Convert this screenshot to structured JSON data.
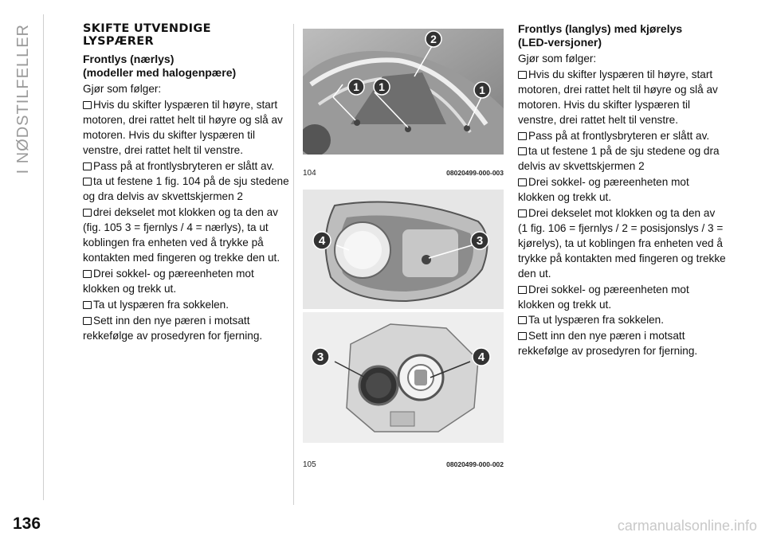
{
  "sidebar": {
    "chapter_title": "I NØDSTILFELLER"
  },
  "page_number": "136",
  "watermark": "carmanualsonline.info",
  "left_column": {
    "section_title_line1": "SKIFTE UTVENDIGE",
    "section_title_line2": "LYSPÆRER",
    "subtitle_line1": "Frontlys (nærlys)",
    "subtitle_line2": "(modeller med halogenpære)",
    "intro": "Gjør som følger:",
    "steps": [
      "Hvis du skifter lyspæren til høyre, start motoren, drei rattet helt til høyre og slå av motoren. Hvis du skifter lyspæren til venstre, drei rattet helt til venstre.",
      "Pass på at frontlysbryteren er slått av.",
      "ta ut festene 1 fig. 104 på de sju stedene og dra delvis av skvettskjermen 2",
      "drei dekselet mot klokken og ta den av (fig. 105 3 = fjernlys / 4 = nærlys), ta ut koblingen fra enheten ved å trykke på kontakten med fingeren og trekke den ut.",
      "Drei sokkel- og pæreenheten mot klokken og trekk ut.",
      "Ta ut lyspæren fra sokkelen.",
      "Sett inn den nye pæren i motsatt rekkefølge av prosedyren for fjerning."
    ]
  },
  "right_column": {
    "subtitle_line1": "Frontlys (langlys) med kjørelys",
    "subtitle_line2": "(LED-versjoner)",
    "intro": "Gjør som følger:",
    "steps": [
      "Hvis du skifter lyspæren til høyre, start motoren, drei rattet helt til høyre og slå av motoren. Hvis du skifter lyspæren til venstre, drei rattet helt til venstre.",
      "Pass på at frontlysbryteren er slått av.",
      "ta ut festene 1 på de sju stedene og dra delvis av skvettskjermen 2",
      "Drei sokkel- og pæreenheten mot klokken og trekk ut.",
      "Drei dekselet mot klokken og ta den av (1 fig. 106 = fjernlys / 2 = posisjonslys / 3 = kjørelys), ta ut koblingen fra enheten ved å trykke på kontakten med fingeren og trekke den ut.",
      "Drei sokkel- og pæreenheten mot klokken og trekk ut.",
      "Ta ut lyspæren fra sokkelen.",
      "Sett inn den nye pæren i motsatt rekkefølge av prosedyren for fjerning."
    ]
  },
  "figures": {
    "fig104": {
      "number": "104",
      "code": "08020499-000-003",
      "callouts": [
        "1",
        "1",
        "1",
        "2"
      ]
    },
    "fig105": {
      "number": "105",
      "code": "08020499-000-002",
      "callouts_top": [
        "4",
        "3"
      ],
      "callouts_bottom": [
        "3",
        "4"
      ]
    }
  },
  "colors": {
    "text": "#111111",
    "sidebar_text": "#9a9a9a",
    "callout_fill": "#333333",
    "callout_text": "#ffffff"
  }
}
